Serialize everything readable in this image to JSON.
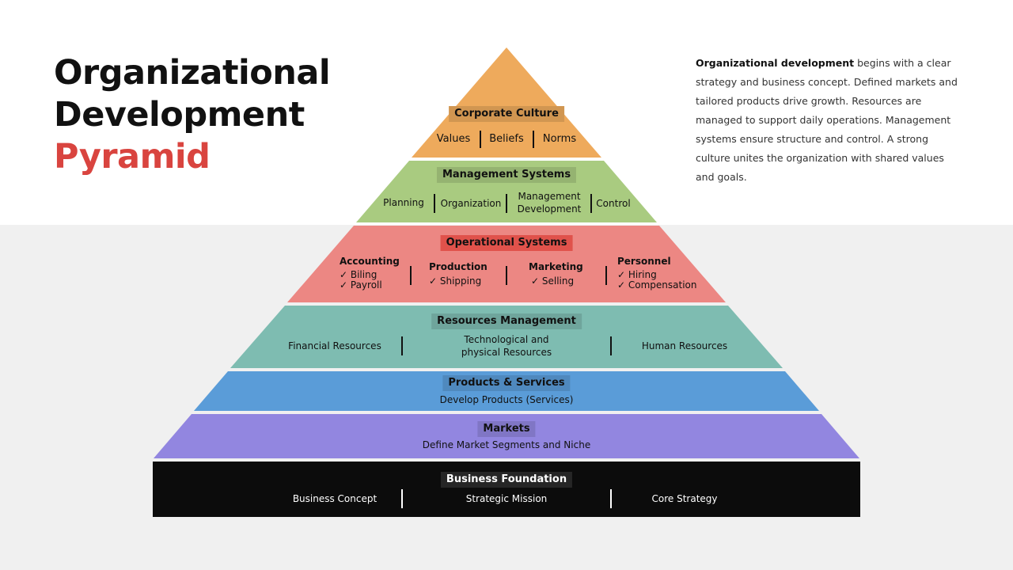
{
  "title": {
    "line1": "Organizational",
    "line2": "Development",
    "line3": "Pyramid"
  },
  "description": {
    "bold": "Organizational development",
    "text": " begins with a clear strategy and business concept. Defined markets and tailored products drive growth. Resources are managed to support daily operations. Management systems ensure structure and control. A strong culture unites the organization with shared values and goals."
  },
  "colors": {
    "accent": "#d9443f",
    "culture": "#eeaa5c",
    "management": "#a9cb80",
    "operational": "#ec8783",
    "resources": "#7ebcb1",
    "products": "#5a9cd8",
    "markets": "#9286e0",
    "foundation": "#0c0c0c"
  },
  "levels": {
    "culture": {
      "label": "Corporate Culture",
      "items": [
        "Values",
        "Beliefs",
        "Norms"
      ]
    },
    "management": {
      "label": "Management Systems",
      "items": [
        "Planning",
        "Organization",
        "Management Development",
        "Control"
      ]
    },
    "operational": {
      "label": "Operational Systems",
      "groups": [
        {
          "title": "Accounting",
          "items": [
            "✓  Biling",
            "✓  Payroll"
          ]
        },
        {
          "title": "Production",
          "items": [
            "✓  Shipping"
          ]
        },
        {
          "title": "Marketing",
          "items": [
            "✓  Selling"
          ]
        },
        {
          "title": "Personnel",
          "items": [
            "✓  Hiring",
            "✓  Compensation"
          ]
        }
      ]
    },
    "resources": {
      "label": "Resources Management",
      "items": [
        "Financial Resources",
        "Technological and physical Resources",
        "Human Resources"
      ]
    },
    "products": {
      "label": "Products & Services",
      "text": "Develop Products (Services)"
    },
    "markets": {
      "label": "Markets",
      "text": "Define Market Segments and Niche"
    },
    "foundation": {
      "label": "Business Foundation",
      "items": [
        "Business Concept",
        "Strategic Mission",
        "Core Strategy"
      ]
    }
  }
}
